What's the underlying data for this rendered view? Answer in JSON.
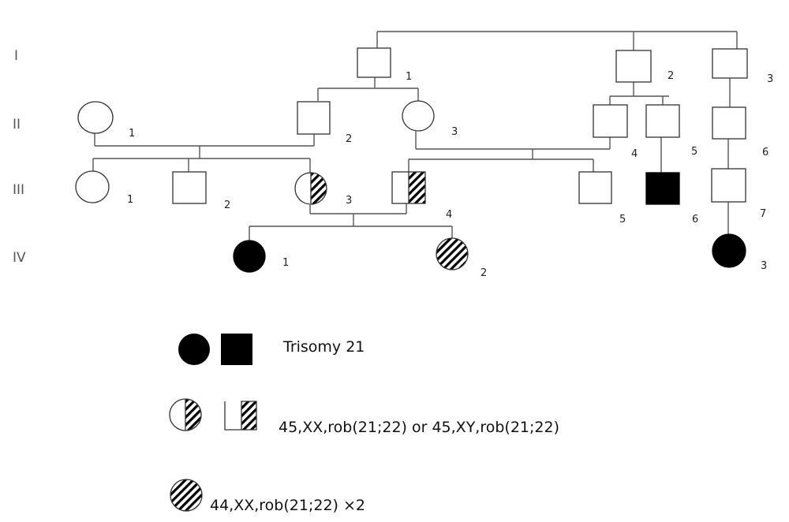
{
  "generations": [
    "I",
    "II",
    "III",
    "IV"
  ],
  "individuals": {
    "I_1": "1",
    "I_2": "2",
    "I_3": "3",
    "II_1": "1",
    "II_2": "2",
    "II_3": "3",
    "II_4": "4",
    "II_5": "5",
    "II_6": "6",
    "III_1": "1",
    "III_2": "2",
    "III_3": "3",
    "III_4": "4",
    "III_5": "5",
    "III_6": "6",
    "III_7": "7",
    "IV_1": "1",
    "IV_2": "2",
    "IV_3": "3"
  },
  "legend": {
    "affected": "Trisomy 21",
    "carrier": "45,XX,rob(21;22) or 45,XY,rob(21;22)",
    "homozygous": "44,XX,rob(21;22) ×2"
  },
  "colors": {
    "affected": "#000000",
    "line": "#555555"
  }
}
